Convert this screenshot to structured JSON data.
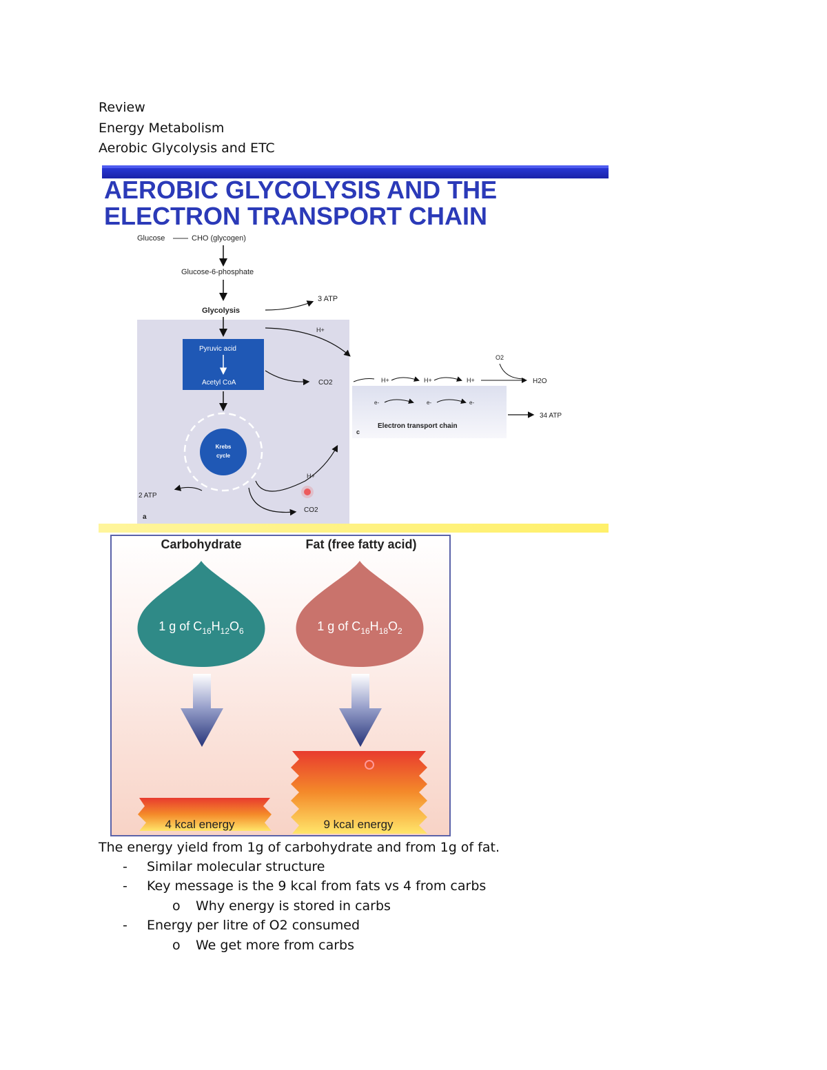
{
  "header": {
    "line1": "Review",
    "line2": "Energy Metabolism",
    "line3": "Aerobic Glycolysis and ETC"
  },
  "figure1": {
    "title_line1": "AEROBIC GLYCOLYSIS AND THE",
    "title_line2": "ELECTRON TRANSPORT CHAIN",
    "glucose": "Glucose",
    "cho": "CHO (glycogen)",
    "g6p": "Glucose-6-phosphate",
    "glycolysis": "Glycolysis",
    "atp3": "3 ATP",
    "hplus": "H+",
    "pyruvic": "Pyruvic acid",
    "acetyl": "Acetyl CoA",
    "co2": "CO2",
    "o2": "O2",
    "h2o": "H2O",
    "e": "e-",
    "etc": "Electron transport chain",
    "atp34": "34 ATP",
    "krebs1": "Krebs",
    "krebs2": "cycle",
    "atp2": "2 ATP",
    "label_a": "a",
    "label_c": "c"
  },
  "figure2": {
    "carb_title": "Carbohydrate",
    "fat_title": "Fat (free fatty acid)",
    "carb_formula_prefix": "1 g of C",
    "carb_sub1": "16",
    "carb_h": "H",
    "carb_sub2": "12",
    "carb_o": "O",
    "carb_sub3": "6",
    "fat_formula_prefix": "1 g of C",
    "fat_sub1": "16",
    "fat_h": "H",
    "fat_sub2": "18",
    "fat_o": "O",
    "fat_sub3": "2",
    "carb_energy": "4 kcal energy",
    "fat_energy": "9 kcal energy",
    "carb_color": "#2f8a87",
    "fat_color": "#c9736c"
  },
  "notes": {
    "intro": "The energy yield from 1g of carbohydrate and from 1g of fat.",
    "b1": "Similar molecular structure",
    "b2": "Key message is the 9 kcal from fats vs 4 from carbs",
    "b2a": "Why energy is stored in carbs",
    "b3": "Energy per litre of O2 consumed",
    "b3a": "We get more from carbs",
    "dash": "-",
    "circle": "o"
  }
}
